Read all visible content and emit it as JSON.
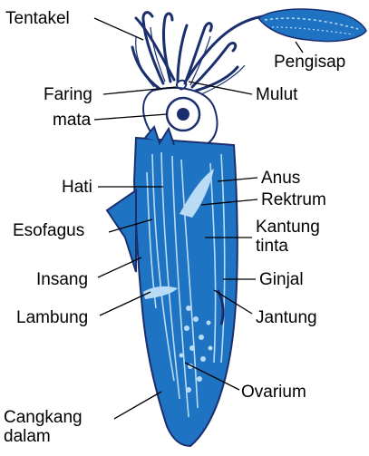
{
  "labels": {
    "tentakel": "Tentakel",
    "pengisap": "Pengisap",
    "faring": "Faring",
    "mulut": "Mulut",
    "mata": "mata",
    "hati": "Hati",
    "anus": "Anus",
    "rektrum": "Rektrum",
    "esofagus": "Esofagus",
    "kantung_tinta": "Kantung\ntinta",
    "insang": "Insang",
    "ginjal": "Ginjal",
    "lambung": "Lambung",
    "jantung": "Jantung",
    "ovarium": "Ovarium",
    "cangkang_dalam": "Cangkang\ndalam"
  },
  "colors": {
    "body_fill": "#1e73c2",
    "body_light": "#b9dcf5",
    "outline": "#1b2f6e",
    "leader": "#000000"
  }
}
